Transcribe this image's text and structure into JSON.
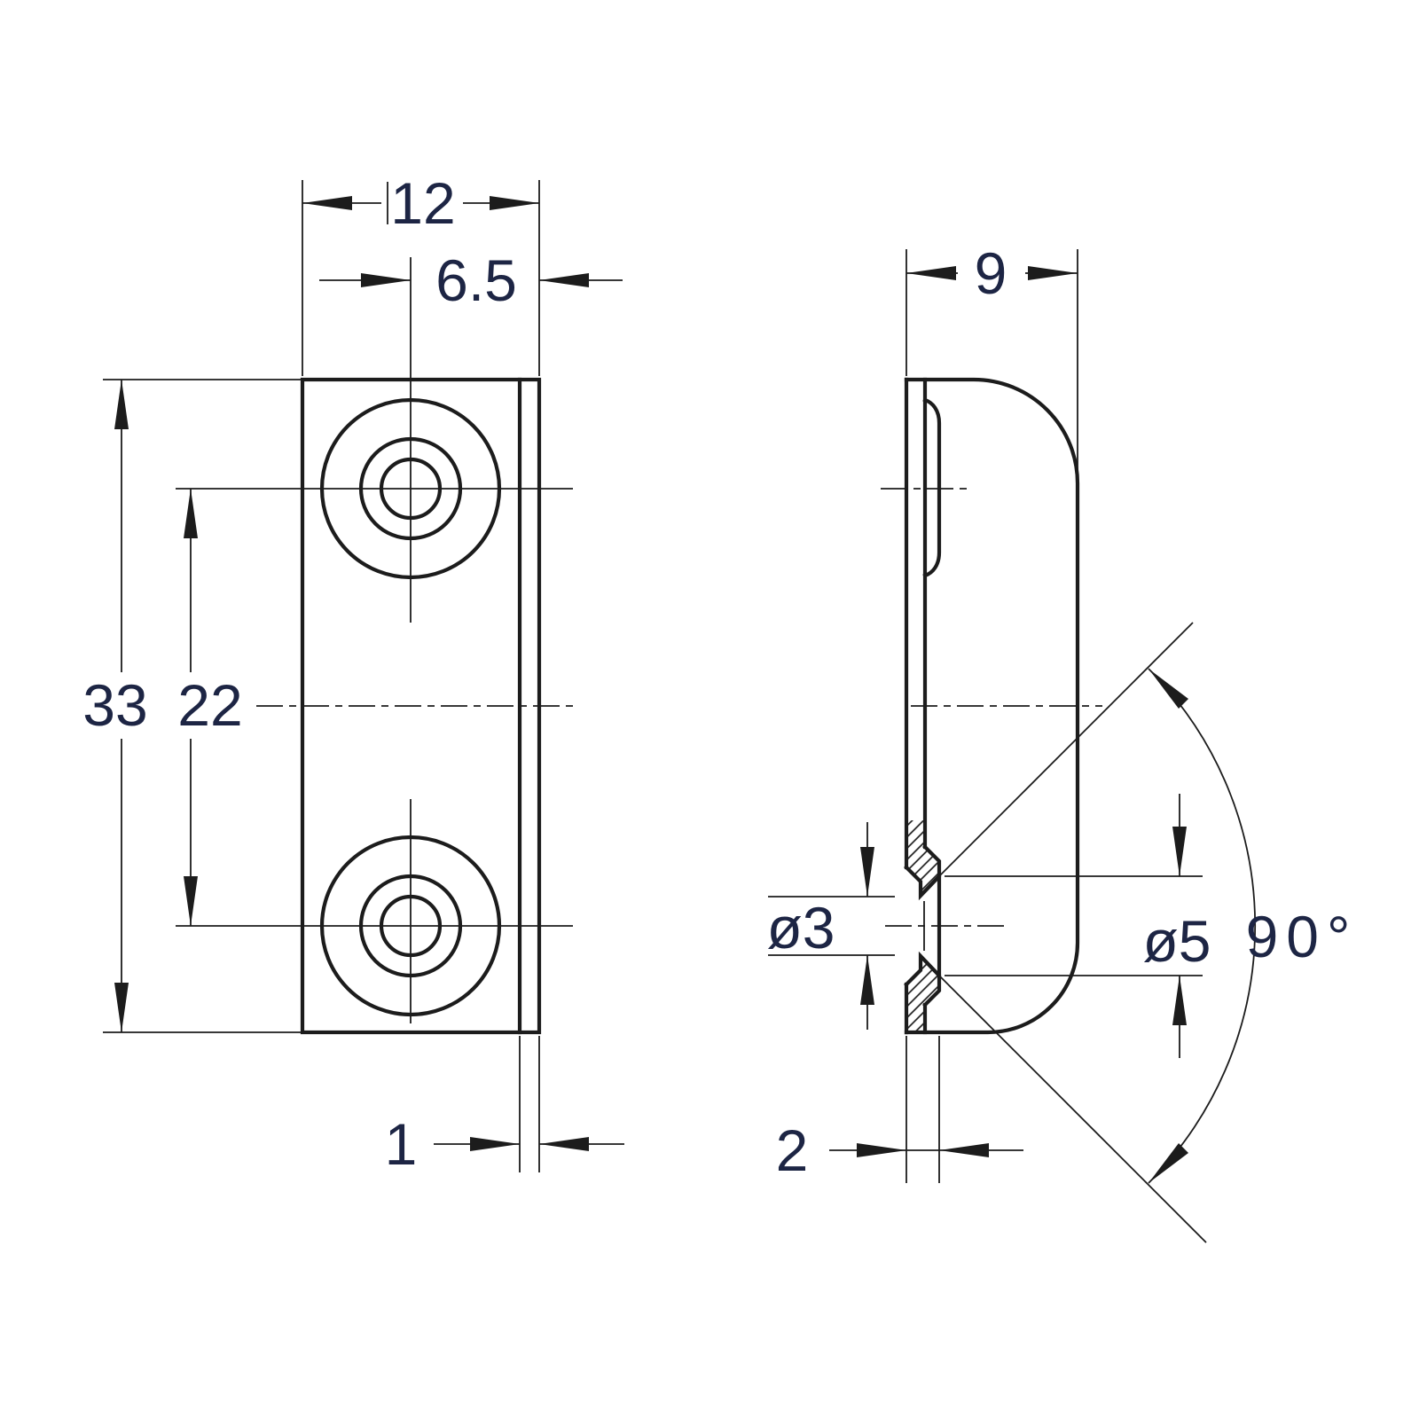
{
  "drawing": {
    "front_view": {
      "width_label": "12",
      "hole_offset_label": "6.5",
      "height_label": "33",
      "hole_spacing_label": "22",
      "lip_label": "1"
    },
    "side_view": {
      "depth_label": "9",
      "hole_dia_label": "ø3",
      "csink_dia_label": "ø5",
      "csink_angle_label": "90°",
      "thickness_label": "2"
    },
    "colors": {
      "line_color": "#1c1c1c",
      "label_color": "#1d2544",
      "background": "#ffffff"
    }
  }
}
